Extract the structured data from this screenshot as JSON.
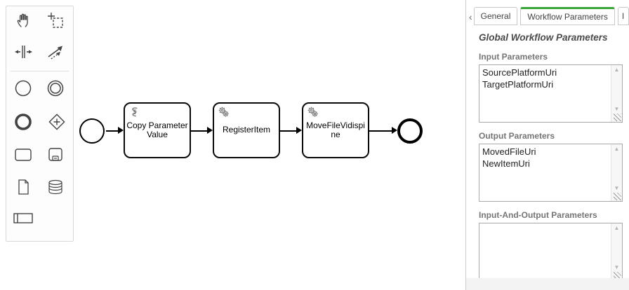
{
  "app": {
    "type": "bpmn-workflow-editor"
  },
  "palette": {
    "items": [
      {
        "name": "hand-tool"
      },
      {
        "name": "lasso-tool"
      },
      {
        "name": "space-tool"
      },
      {
        "name": "global-connect-tool"
      },
      {
        "name": "create-start-event"
      },
      {
        "name": "create-intermediate-event"
      },
      {
        "name": "create-end-event"
      },
      {
        "name": "create-gateway"
      },
      {
        "name": "create-task"
      },
      {
        "name": "create-subprocess"
      },
      {
        "name": "create-data-object"
      },
      {
        "name": "create-data-store"
      },
      {
        "name": "create-participant"
      }
    ]
  },
  "diagram": {
    "start_event": {
      "type": "start-event"
    },
    "tasks": [
      {
        "name": "Copy Parameter Value",
        "lines": [
          "Copy Parameter",
          "Value"
        ],
        "icon": "script-task-icon"
      },
      {
        "name": "RegisterItem",
        "lines": [
          "RegisterItem",
          ""
        ],
        "icon": "service-task-icon"
      },
      {
        "name": "MoveFileVidispine",
        "lines": [
          "MoveFileVidispi",
          "ne"
        ],
        "icon": "service-task-icon"
      }
    ],
    "end_event": {
      "type": "end-event"
    }
  },
  "panel": {
    "tabs": {
      "scroll_left_glyph": "‹",
      "scroll_right_glyph": "›",
      "items": [
        {
          "label": "General",
          "active": false
        },
        {
          "label": "Workflow Parameters",
          "active": true
        },
        {
          "label": "I",
          "active": false,
          "truncated": true
        }
      ]
    },
    "heading": "Global Workflow Parameters",
    "sections": [
      {
        "label": "Input Parameters",
        "value": "SourcePlatformUri\nTargetPlatformUri"
      },
      {
        "label": "Output Parameters",
        "value": "MovedFileUri\nNewItemUri"
      },
      {
        "label": "Input-And-Output Parameters",
        "value": ""
      }
    ],
    "scrollbar": {
      "up_glyph": "▲",
      "down_glyph": "▼"
    },
    "colors": {
      "active_tab_indicator": "#3aa63a",
      "scroll_right_arrow": "#e0a33c"
    }
  }
}
